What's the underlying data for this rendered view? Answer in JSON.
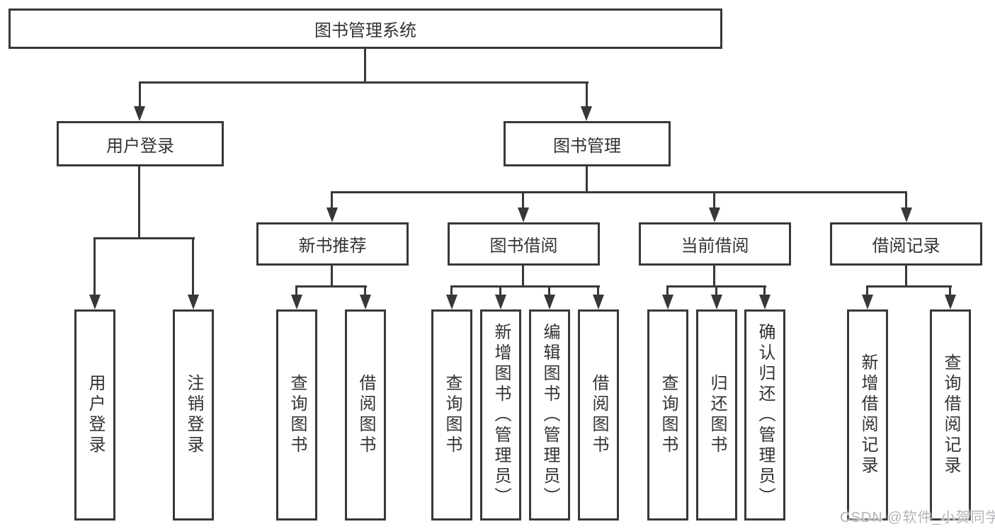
{
  "tree": {
    "root": {
      "label": "图书管理系统",
      "children": [
        {
          "label": "用户登录",
          "children": [
            {
              "label": "用户登录"
            },
            {
              "label": "注销登录"
            }
          ]
        },
        {
          "label": "图书管理",
          "children": [
            {
              "label": "新书推荐",
              "children": [
                {
                  "label": "查询图书"
                },
                {
                  "label": "借阅图书"
                }
              ]
            },
            {
              "label": "图书借阅",
              "children": [
                {
                  "label": "查询图书"
                },
                {
                  "label": "新增图书（管理员）"
                },
                {
                  "label": "编辑图书（管理员）"
                },
                {
                  "label": "借阅图书"
                }
              ]
            },
            {
              "label": "当前借阅",
              "children": [
                {
                  "label": "查询图书"
                },
                {
                  "label": "归还图书"
                },
                {
                  "label": "确认归还（管理员）"
                }
              ]
            },
            {
              "label": "借阅记录",
              "children": [
                {
                  "label": "新增借阅记录"
                },
                {
                  "label": "查询借阅记录"
                }
              ]
            }
          ]
        }
      ]
    }
  },
  "watermark": {
    "text": "CSDN @软件_小贺同学"
  },
  "colors": {
    "line": "#383838",
    "text": "#333333",
    "background": "#ffffff",
    "watermark_text": "#b4b4ba"
  }
}
